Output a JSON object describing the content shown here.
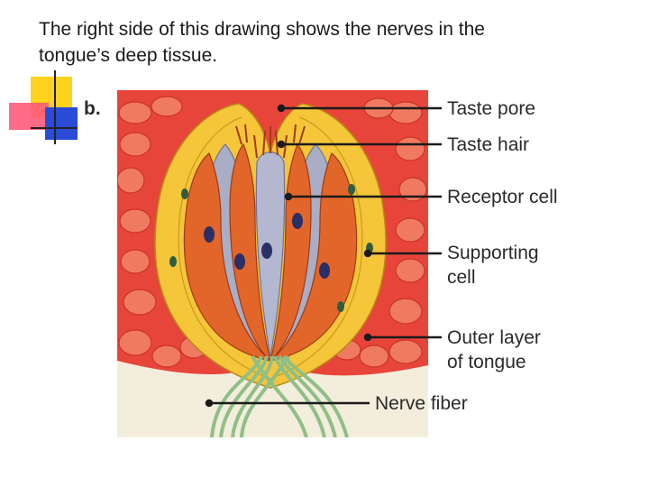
{
  "slide": {
    "title": "The right side of this drawing shows the nerves in the\ntongue’s deep tissue."
  },
  "figure": {
    "panel_letter": "b.",
    "labels": {
      "taste_pore": "Taste pore",
      "taste_hair": "Taste hair",
      "receptor_cell": "Receptor cell",
      "supporting_cell": "Supporting\ncell",
      "outer_layer": "Outer layer\nof tongue",
      "nerve_fiber": "Nerve fiber"
    }
  },
  "colors": {
    "tissue_red": "#e8453a",
    "supporting_yellow": "#f5c53a",
    "receptor_orange": "#e2662a",
    "gray_cell": "#a9adc6",
    "nerve_green": "#8fbf86"
  }
}
